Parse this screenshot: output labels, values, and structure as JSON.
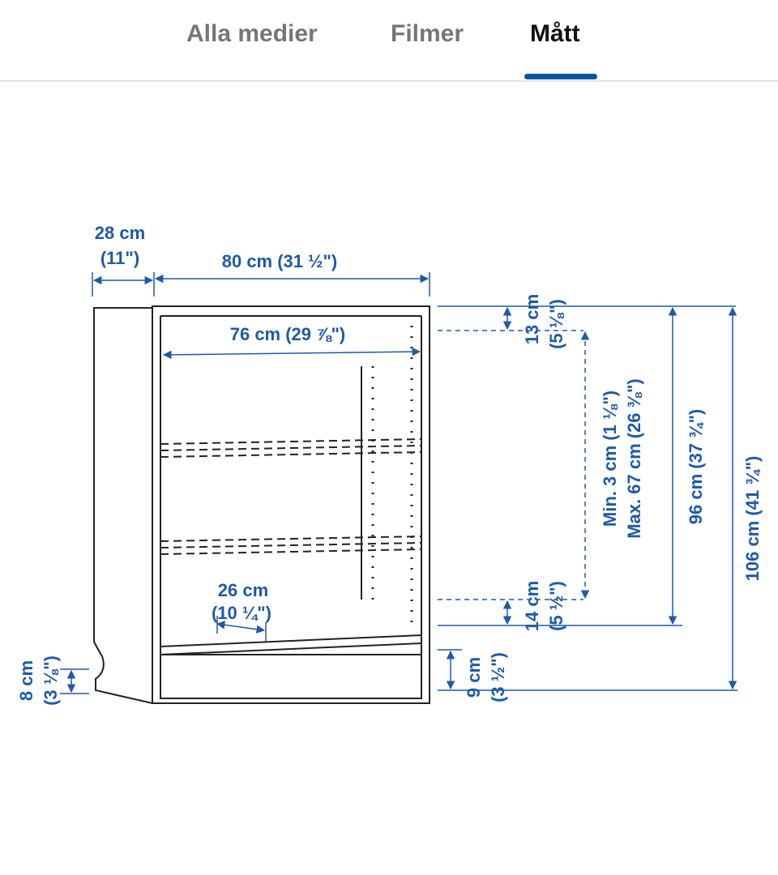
{
  "tabs": [
    {
      "label": "Alla medier",
      "active": false
    },
    {
      "label": "Filmer",
      "active": false
    },
    {
      "label": "Mått",
      "active": true
    }
  ],
  "colors": {
    "accent": "#0058a3",
    "dimension_blue": "#1e5aa8",
    "outline": "#222222"
  },
  "diagram": {
    "depth_line1": "28 cm",
    "depth_line2": "(11\")",
    "width_outer": "80 cm (31 ½\")",
    "width_inner": "76 cm (29 ⅞\")",
    "shelf_depth_line1": "26 cm",
    "shelf_depth_line2": "(10 ¼\")",
    "plinth_line1": "8 cm",
    "plinth_line2": "(3 ⅛\")",
    "top_gap_line1": "13 cm",
    "top_gap_line2": "(5 ⅛\")",
    "shelf_range_line1": "Min. 3 cm (1 ⅛\")",
    "shelf_range_line2": "Max. 67 cm (26 ⅜\")",
    "inner_height": "96 cm (37 ¾\")",
    "total_height": "106 cm (41 ¾\")",
    "bottom_gap_line1": "14 cm",
    "bottom_gap_line2": "(5 ½\")",
    "base_line1": "9 cm",
    "base_line2": "(3 ½\")"
  }
}
